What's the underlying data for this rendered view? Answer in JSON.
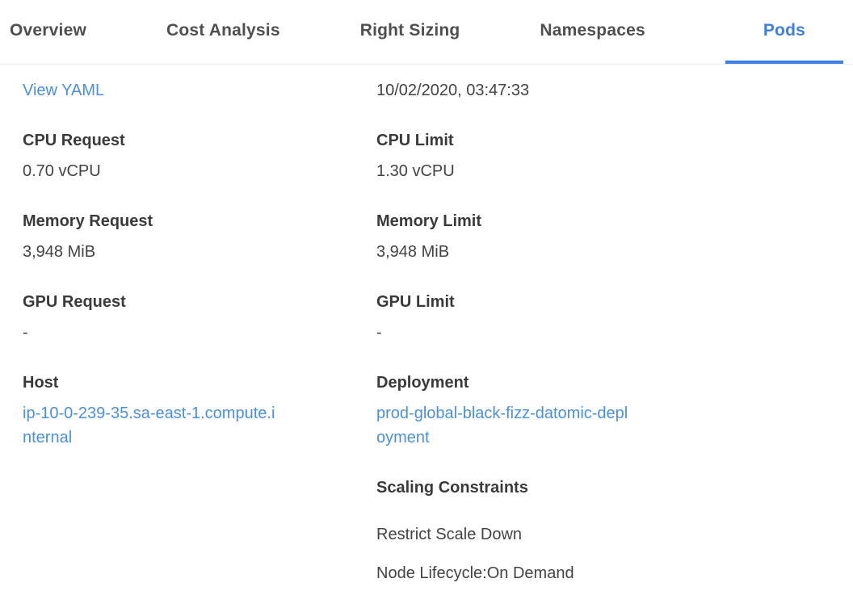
{
  "header": {
    "tabs": [
      {
        "label": "Overview"
      },
      {
        "label": "Cost Analysis"
      },
      {
        "label": "Right Sizing"
      },
      {
        "label": "Namespaces"
      },
      {
        "label": "Pods"
      }
    ],
    "active_tab": "Pods"
  },
  "details": {
    "view_yaml": "View YAML",
    "timestamp": "10/02/2020, 03:47:33",
    "cpu_request": {
      "label": "CPU Request",
      "value": "0.70 vCPU"
    },
    "cpu_limit": {
      "label": "CPU Limit",
      "value": "1.30 vCPU"
    },
    "memory_request": {
      "label": "Memory Request",
      "value": "3,948 MiB"
    },
    "memory_limit": {
      "label": "Memory Limit",
      "value": "3,948 MiB"
    },
    "gpu_request": {
      "label": "GPU Request",
      "value": "-"
    },
    "gpu_limit": {
      "label": "GPU Limit",
      "value": "-"
    },
    "host": {
      "label": "Host",
      "value": "ip-10-0-239-35.sa-east-1.compute.internal"
    },
    "deployment": {
      "label": "Deployment",
      "value": "prod-global-black-fizz-datomic-deployment"
    },
    "scaling_constraints": {
      "label": "Scaling Constraints",
      "items": [
        "Restrict Scale Down",
        "Node Lifecycle:On Demand"
      ]
    }
  },
  "colors": {
    "active_tab_blue": "#3f7ee8",
    "link_blue": "#4a90e2",
    "label_gray": "#3a3a3c",
    "value_gray": "#434346",
    "tab_inactive_gray": "#4f4f4f",
    "tabbar_border": "#ececec"
  }
}
